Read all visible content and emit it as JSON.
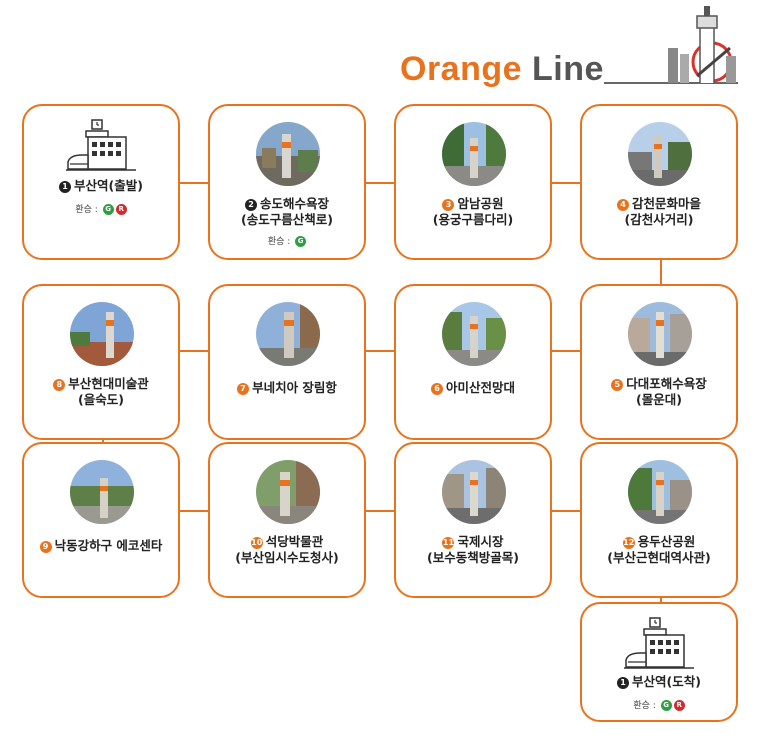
{
  "title": {
    "part1": "Orange",
    "part2": "Line"
  },
  "transfer_label": "환승 :",
  "badges": {
    "green": "G",
    "red": "R"
  },
  "stations": [
    {
      "num": "1",
      "name": "부산역(출발)",
      "sub": "",
      "transfer": [
        "G",
        "R"
      ]
    },
    {
      "num": "2",
      "name": "송도해수욕장",
      "sub": "(송도구름산책로)",
      "transfer": [
        "G"
      ]
    },
    {
      "num": "3",
      "name": "암남공원",
      "sub": "(용궁구름다리)",
      "transfer": []
    },
    {
      "num": "4",
      "name": "감천문화마을",
      "sub": "(감천사거리)",
      "transfer": []
    },
    {
      "num": "5",
      "name": "다대포해수욕장",
      "sub": "(몰운대)",
      "transfer": []
    },
    {
      "num": "6",
      "name": "아미산전망대",
      "sub": "",
      "transfer": []
    },
    {
      "num": "7",
      "name": "부네치아 장림항",
      "sub": "",
      "transfer": []
    },
    {
      "num": "8",
      "name": "부산현대미술관",
      "sub": "(을숙도)",
      "transfer": []
    },
    {
      "num": "9",
      "name": "낙동강하구 에코센타",
      "sub": "",
      "transfer": []
    },
    {
      "num": "10",
      "name": "석당박물관",
      "sub": "(부산임시수도청사)",
      "transfer": []
    },
    {
      "num": "11",
      "name": "국제시장",
      "sub": "(보수동책방골목)",
      "transfer": []
    },
    {
      "num": "12",
      "name": "용두산공원",
      "sub": "(부산근현대역사관)",
      "transfer": []
    },
    {
      "num": "1",
      "name": "부산역(도착)",
      "sub": "",
      "transfer": [
        "G",
        "R"
      ]
    }
  ]
}
